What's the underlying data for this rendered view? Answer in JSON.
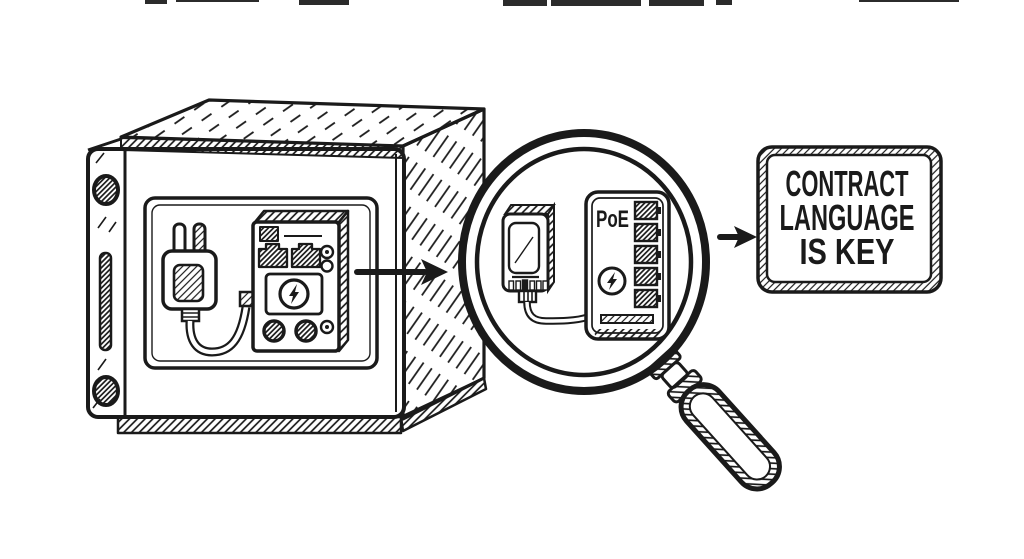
{
  "colors": {
    "background": "#ffffff",
    "ink": "#1a1a1a"
  },
  "magnified_device": {
    "label": "PoE"
  },
  "sign": {
    "line1": "CONTRACT",
    "line2": "LANGUAGE",
    "line3": "IS KEY"
  },
  "icons": {
    "lightning": "lightning-bolt",
    "magnifier": "magnifying-glass",
    "plug": "power-plug",
    "arrow": "right-arrow",
    "hinge": "safe-hinge"
  }
}
